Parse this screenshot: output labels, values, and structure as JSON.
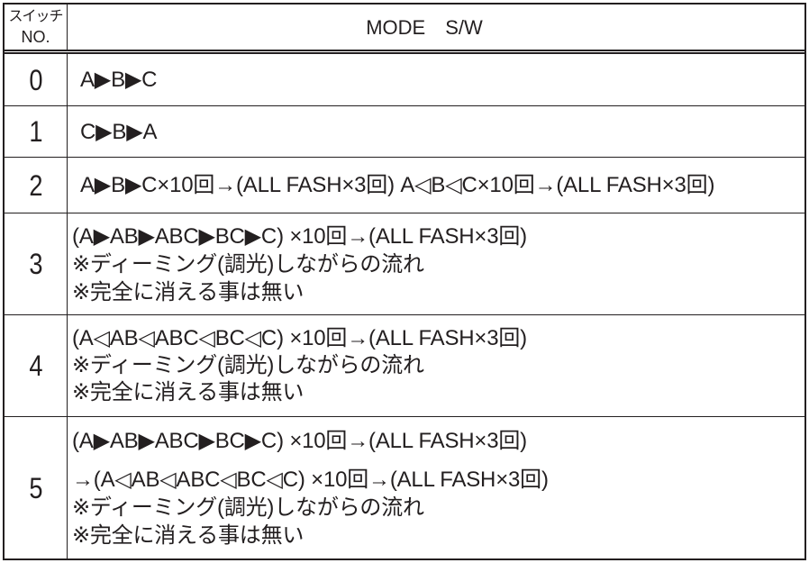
{
  "header": {
    "switch_label": "スイッチ",
    "no_label": "NO.",
    "mode_label": "MODE　S/W"
  },
  "rows": [
    {
      "no": "0",
      "lines": [
        "A▶B▶C"
      ]
    },
    {
      "no": "1",
      "lines": [
        "C▶B▶A"
      ]
    },
    {
      "no": "2",
      "lines": [
        "A▶B▶C×10回→(ALL FASH×3回) A◁B◁C×10回→(ALL FASH×3回)"
      ]
    },
    {
      "no": "3",
      "lines": [
        "(A▶AB▶ABC▶BC▶C) ×10回→(ALL FASH×3回)",
        "※ディーミング(調光)しながらの流れ",
        "※完全に消える事は無い"
      ]
    },
    {
      "no": "4",
      "lines": [
        "(A◁AB◁ABC◁BC◁C) ×10回→(ALL FASH×3回)",
        "※ディーミング(調光)しながらの流れ",
        "※完全に消える事は無い"
      ]
    },
    {
      "no": "5",
      "lines": [
        "(A▶AB▶ABC▶BC▶C) ×10回→(ALL FASH×3回)",
        "→(A◁AB◁ABC◁BC◁C) ×10回→(ALL FASH×3回)",
        "※ディーミング(調光)しながらの流れ",
        "※完全に消える事は無い"
      ]
    }
  ]
}
